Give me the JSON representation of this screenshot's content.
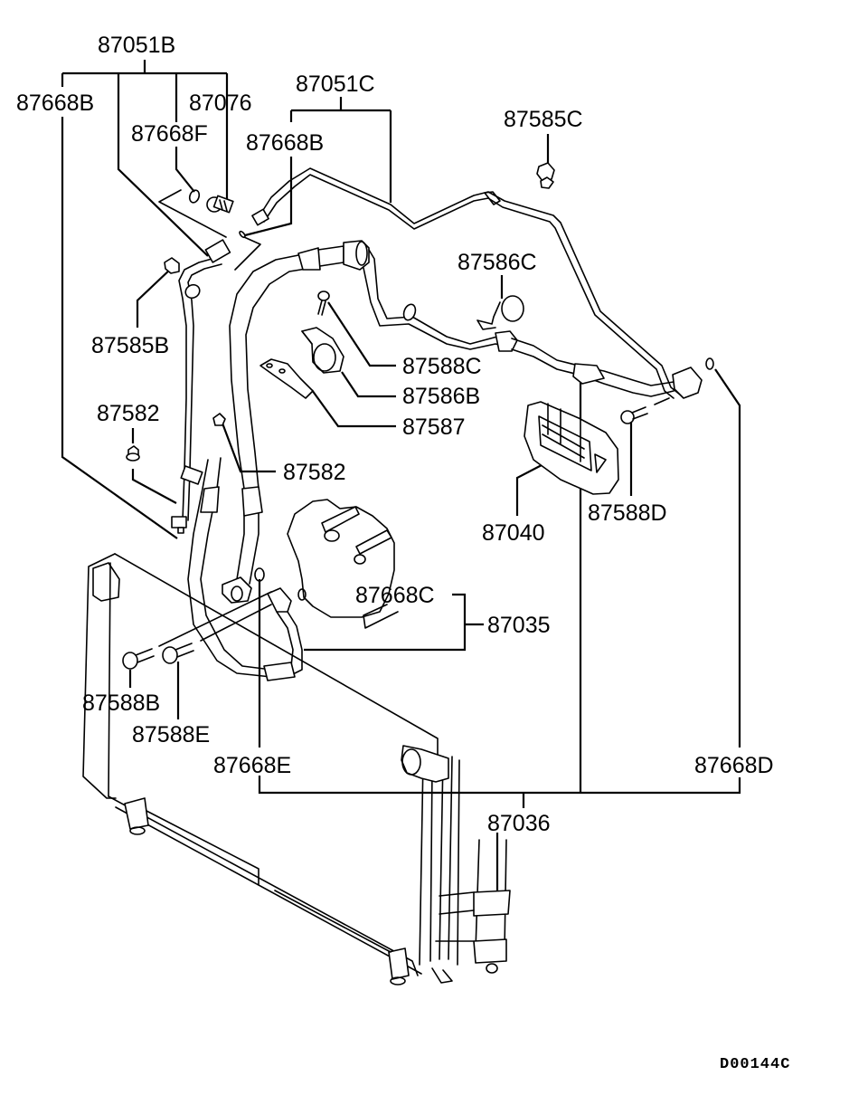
{
  "diagram": {
    "title": "Air conditioner refrigerant lines, compressor and condenser parts diagram",
    "drawing_code": "D00144C",
    "callouts": [
      {
        "id": "87051B",
        "label": "87051B",
        "part": "suction/discharge line assembly group"
      },
      {
        "id": "87668B_left",
        "label": "87668B",
        "part": "O-ring"
      },
      {
        "id": "87668F",
        "label": "87668F",
        "part": "O-ring"
      },
      {
        "id": "87076",
        "label": "87076",
        "part": "valve/fitting"
      },
      {
        "id": "87051C",
        "label": "87051C",
        "part": "line assembly group"
      },
      {
        "id": "87668B_right",
        "label": "87668B",
        "part": "O-ring"
      },
      {
        "id": "87585C",
        "label": "87585C",
        "part": "clip"
      },
      {
        "id": "87586C",
        "label": "87586C",
        "part": "clamp"
      },
      {
        "id": "87585B",
        "label": "87585B",
        "part": "clip"
      },
      {
        "id": "87588C",
        "label": "87588C",
        "part": "bolt"
      },
      {
        "id": "87586B",
        "label": "87586B",
        "part": "clamp"
      },
      {
        "id": "87587",
        "label": "87587",
        "part": "bracket"
      },
      {
        "id": "87582_left",
        "label": "87582",
        "part": "nut"
      },
      {
        "id": "87582_right",
        "label": "87582",
        "part": "nut"
      },
      {
        "id": "87040",
        "label": "87040",
        "part": "cover"
      },
      {
        "id": "87588D",
        "label": "87588D",
        "part": "bolt"
      },
      {
        "id": "87668C",
        "label": "87668C",
        "part": "O-ring"
      },
      {
        "id": "87035",
        "label": "87035",
        "part": "compressor group"
      },
      {
        "id": "87588B",
        "label": "87588B",
        "part": "bolt"
      },
      {
        "id": "87588E",
        "label": "87588E",
        "part": "bolt"
      },
      {
        "id": "87668E",
        "label": "87668E",
        "part": "O-ring"
      },
      {
        "id": "87668D",
        "label": "87668D",
        "part": "O-ring"
      },
      {
        "id": "87036",
        "label": "87036",
        "part": "condenser group"
      }
    ]
  }
}
